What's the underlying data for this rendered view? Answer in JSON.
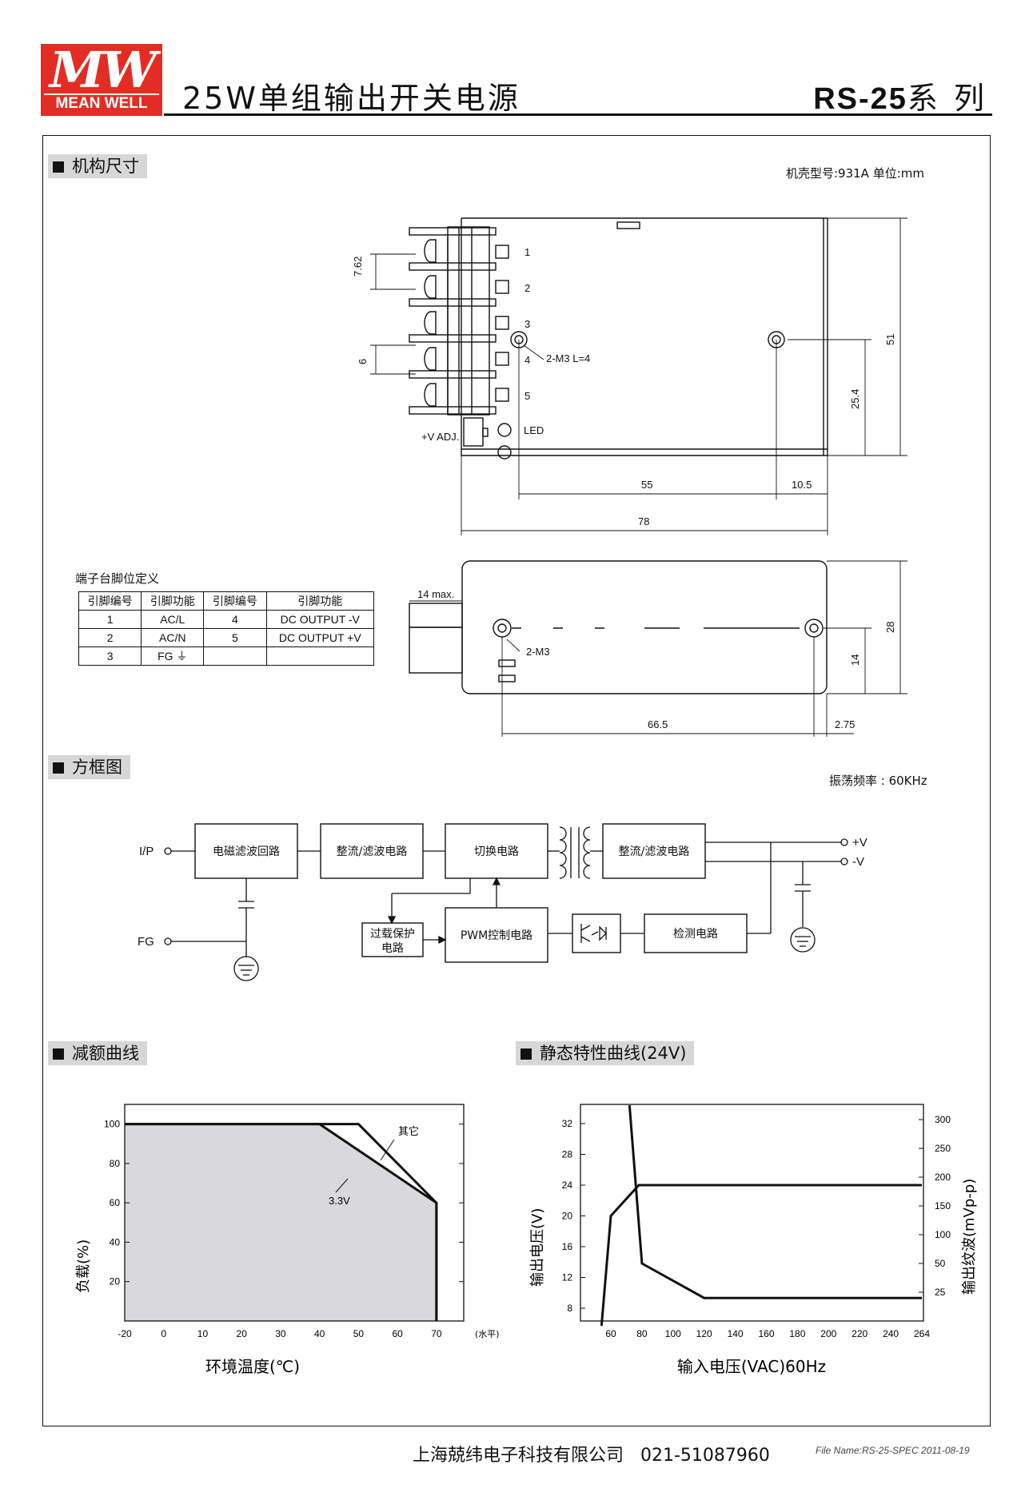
{
  "header": {
    "logo_text": "MW",
    "logo_sub": "MEAN WELL",
    "title": "25W单组输出开关电源",
    "series_code": "RS-25",
    "series_suffix": "系 列"
  },
  "mechanical": {
    "section_title": "机构尺寸",
    "case_info": "机壳型号:931A 单位:mm",
    "dims": {
      "pitch": "7.62",
      "gap": "6",
      "h51": "51",
      "h25_4": "25.4",
      "w55": "55",
      "w10_5": "10.5",
      "w78": "78",
      "w14max": "14 max.",
      "h28": "28",
      "h14": "14",
      "w66_5": "66.5",
      "w2_75": "2.75"
    },
    "labels": {
      "screw_top": "2-M3 L=4",
      "screw_bottom": "2-M3",
      "vadj": "+V ADJ.",
      "led": "LED",
      "pin1": "1",
      "pin2": "2",
      "pin3": "3",
      "pin4": "4",
      "pin5": "5"
    },
    "pin_table": {
      "caption": "端子台脚位定义",
      "headers": [
        "引脚编号",
        "引脚功能",
        "引脚编号",
        "引脚功能"
      ],
      "rows": [
        [
          "1",
          "AC/L",
          "4",
          "DC OUTPUT -V"
        ],
        [
          "2",
          "AC/N",
          "5",
          "DC OUTPUT +V"
        ],
        [
          "3",
          "FG ⏚",
          "",
          ""
        ]
      ]
    }
  },
  "block_diagram": {
    "section_title": "方框图",
    "frequency": "振荡频率 : 60KHz",
    "blocks": {
      "emi": "电磁滤波回路",
      "rect1": "整流/滤波电路",
      "switch": "切换电路",
      "rect2": "整流/滤波电路",
      "ocp_line1": "过载保护",
      "ocp_line2": "电路",
      "pwm": "PWM控制电路",
      "detect": "检测电路"
    },
    "terminals": {
      "ip": "I/P",
      "fg": "FG",
      "vplus": "+V",
      "vminus": "-V"
    }
  },
  "derating": {
    "section_title": "减额曲线",
    "chart_data": {
      "type": "line",
      "xlabel": "环境温度(℃)",
      "ylabel": "负载(%)",
      "x_unit_note": "(水平)",
      "x_ticks": [
        -20,
        0,
        10,
        20,
        30,
        40,
        50,
        60,
        70
      ],
      "y_ticks": [
        20,
        40,
        60,
        80,
        100
      ],
      "series": [
        {
          "name": "其它",
          "x": [
            -20,
            50,
            70,
            70
          ],
          "y": [
            100,
            100,
            60,
            0
          ]
        },
        {
          "name": "3.3V",
          "x": [
            -20,
            40,
            70,
            70
          ],
          "y": [
            100,
            100,
            60,
            0
          ]
        }
      ]
    }
  },
  "static": {
    "section_title": "静态特性曲线(24V)",
    "chart_data": {
      "type": "line",
      "xlabel": "输入电压(VAC)60Hz",
      "ylabel_left": "输出电压(V)",
      "ylabel_right": "输出纹波(mVp-p)",
      "x_ticks": [
        60,
        80,
        100,
        120,
        140,
        160,
        180,
        200,
        220,
        240,
        264
      ],
      "y_left_ticks": [
        8,
        12,
        16,
        20,
        24,
        28,
        32
      ],
      "y_right_ticks": [
        25,
        50,
        100,
        150,
        200,
        250,
        300
      ],
      "series": [
        {
          "axis": "left",
          "x": [
            54,
            60,
            78,
            264
          ],
          "y": [
            5.7,
            20,
            24,
            24
          ]
        },
        {
          "axis": "right",
          "x": [
            72,
            80,
            120,
            264
          ],
          "y": [
            325,
            50,
            20,
            20
          ]
        }
      ]
    }
  },
  "footer": {
    "company": "上海兢纬电子科技有限公司",
    "phone": "021-51087960",
    "file_name": "File Name:RS-25-SPEC   2011-08-19"
  }
}
